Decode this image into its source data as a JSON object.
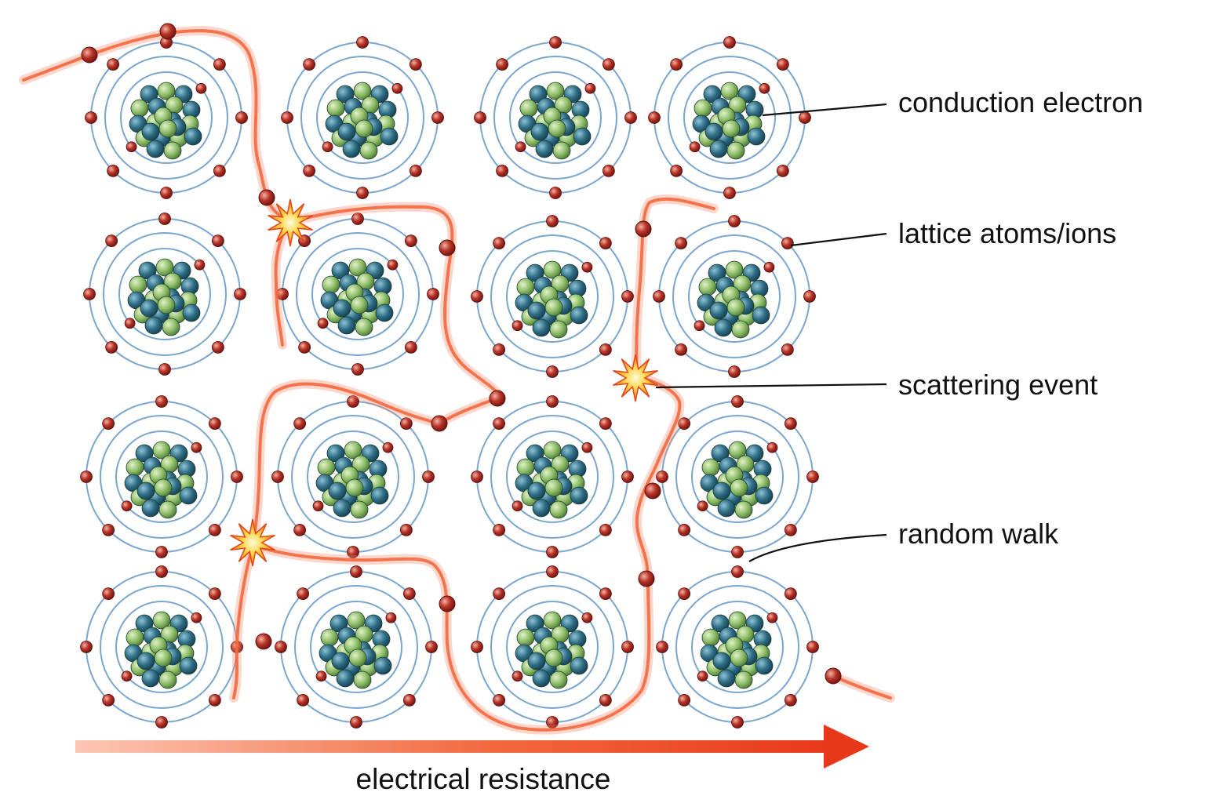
{
  "labels": {
    "conduction_electron": "conduction electron",
    "lattice_atoms": "lattice atoms/ions",
    "scattering_event": "scattering event",
    "random_walk": "random walk"
  },
  "axis": {
    "label": "electrical resistance"
  },
  "colors": {
    "electron": "#a8261e",
    "orbit": "#7aa6cf",
    "nucleus_blue": "#2f6e86",
    "nucleus_green": "#8fbf6a",
    "path": "#f2683f",
    "arrow": "#e8381a",
    "burst": "#f5a623"
  },
  "icons": {
    "scattering": "starburst-icon",
    "atom": "atom-icon",
    "electron": "electron-dot-icon"
  },
  "lattice": {
    "rows": 4,
    "columns": 4
  }
}
